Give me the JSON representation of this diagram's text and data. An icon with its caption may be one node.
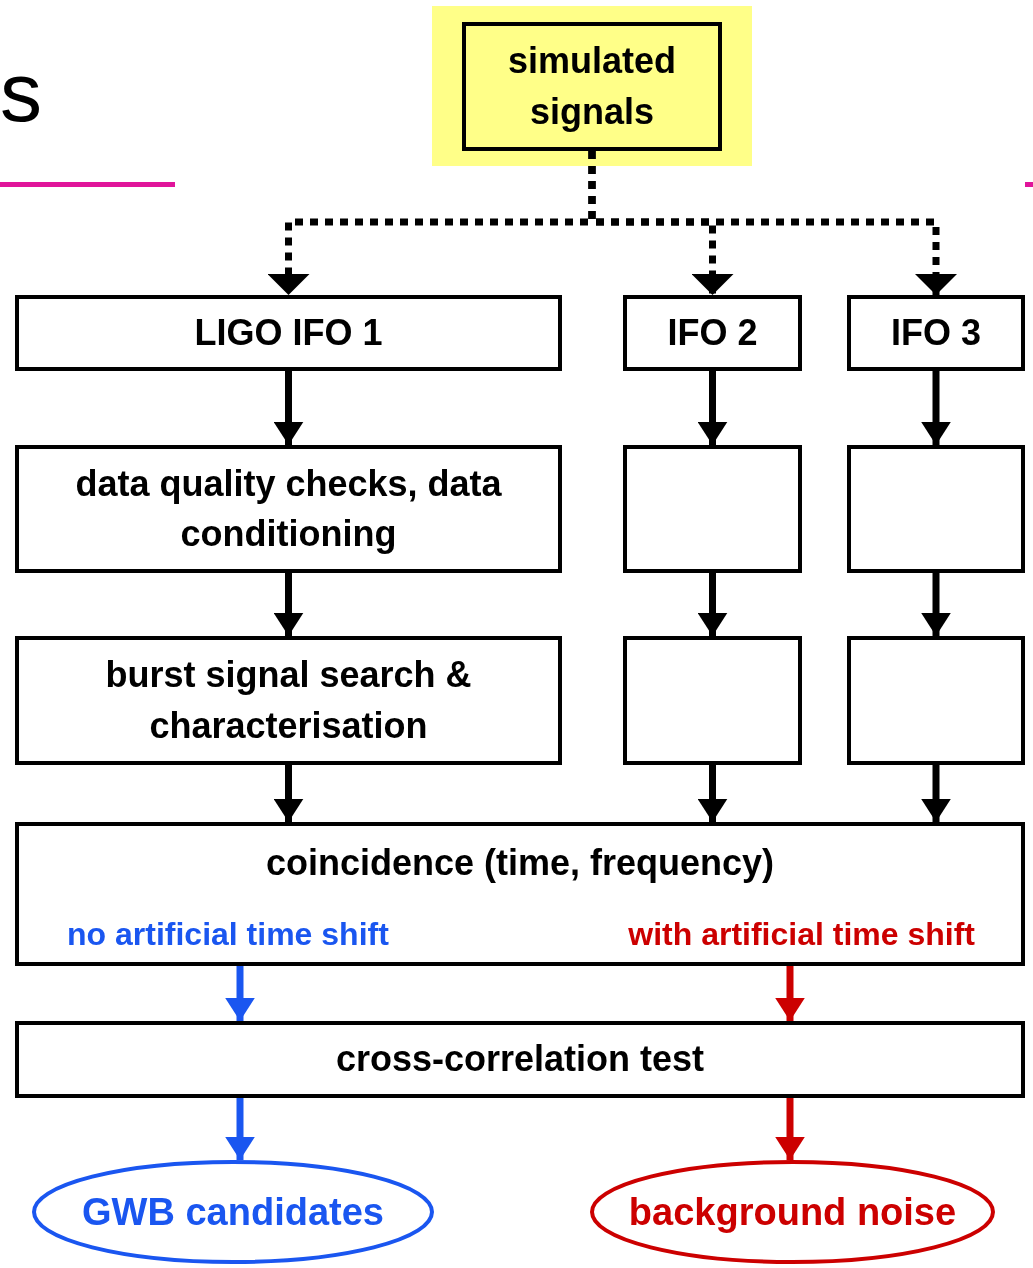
{
  "diagram": {
    "nodes": [
      {
        "text": [
          "simulated signals"
        ]
      },
      {
        "text": [
          "LIGO IFO 1"
        ]
      },
      {
        "text": [
          "IFO 2"
        ]
      },
      {
        "text": [
          "IFO 3"
        ]
      },
      {
        "text": [
          "data quality checks, data conditioning"
        ]
      },
      {
        "text": [],
        "shape": "box"
      },
      {
        "text": [],
        "shape": "box"
      },
      {
        "text": [
          "burst signal search & characterisation"
        ]
      },
      {
        "text": [],
        "shape": "box"
      },
      {
        "text": [],
        "shape": "box"
      },
      {
        "text": [
          "coincidence (time, frequency)",
          "no artificial time shift",
          "with artificial time shift"
        ]
      },
      {
        "text": [
          "cross-correlation test"
        ]
      },
      {
        "text": [
          "GWB candidates"
        ]
      },
      {
        "text": [
          "background noise"
        ]
      }
    ],
    "edges": [
      {
        "from": 0,
        "to": 1,
        "arrow": "to",
        "style": "dashed"
      },
      {
        "from": 0,
        "to": 2,
        "arrow": "to",
        "style": "dashed"
      },
      {
        "from": 0,
        "to": 3,
        "arrow": "to",
        "style": "dashed"
      },
      {
        "from": 1,
        "to": 4,
        "arrow": "to"
      },
      {
        "from": 2,
        "to": 5,
        "arrow": "to"
      },
      {
        "from": 3,
        "to": 6,
        "arrow": "to"
      },
      {
        "from": 4,
        "to": 7,
        "arrow": "to"
      },
      {
        "from": 5,
        "to": 8,
        "arrow": "to"
      },
      {
        "from": 6,
        "to": 9,
        "arrow": "to"
      },
      {
        "from": 7,
        "to": 10,
        "arrow": "to"
      },
      {
        "from": 8,
        "to": 10,
        "arrow": "to"
      },
      {
        "from": 9,
        "to": 10,
        "arrow": "to"
      },
      {
        "from": 10,
        "to": 11,
        "arrow": "to",
        "color": "#1a56f0"
      },
      {
        "from": 10,
        "to": 11,
        "arrow": "to",
        "color": "#cc0000"
      },
      {
        "from": 11,
        "to": 12,
        "arrow": "to",
        "color": "#1a56f0"
      },
      {
        "from": 11,
        "to": 13,
        "arrow": "to",
        "color": "#cc0000"
      }
    ],
    "labels": [
      "s"
    ]
  }
}
